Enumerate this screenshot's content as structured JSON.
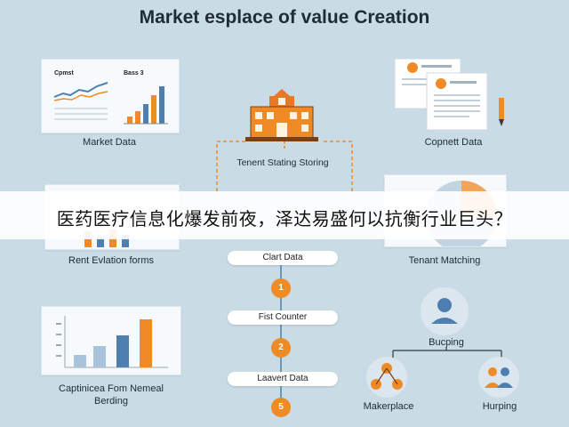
{
  "title": "Market esplace of value Creation",
  "market_card": {
    "label_left": "Cpmst",
    "label_right": "Bass 3",
    "caption": "Market Data"
  },
  "center_card": {
    "caption": "Tenent Stating Storing"
  },
  "copy_card": {
    "caption": "Copnett Data"
  },
  "rent_card": {
    "caption": "Rent Evlation forms"
  },
  "tenant_card": {
    "caption": "Tenant Matching"
  },
  "flow": {
    "steps": [
      {
        "label": "Clart Data",
        "number": "1"
      },
      {
        "label": "Fist Counter",
        "number": "2"
      },
      {
        "label": "Laavert Data",
        "number": "5"
      }
    ]
  },
  "bottom_chart": {
    "caption_line1": "Captinicea Fom Nemeal",
    "caption_line2": "Berding"
  },
  "tree": {
    "top_label": "Bucping",
    "left_label": "Makerplace",
    "right_label": "Hurping"
  },
  "overlay": {
    "text": "医药医疗信息化爆发前夜，泽达易盛何以抗衡行业巨头？"
  },
  "colors": {
    "accent": "#f08a24",
    "blue": "#4f7fb0",
    "background": "#c9dbe5"
  },
  "icons": [
    "building-icon",
    "document-icon",
    "pencil-icon",
    "person-icon",
    "people-icon",
    "network-icon"
  ]
}
